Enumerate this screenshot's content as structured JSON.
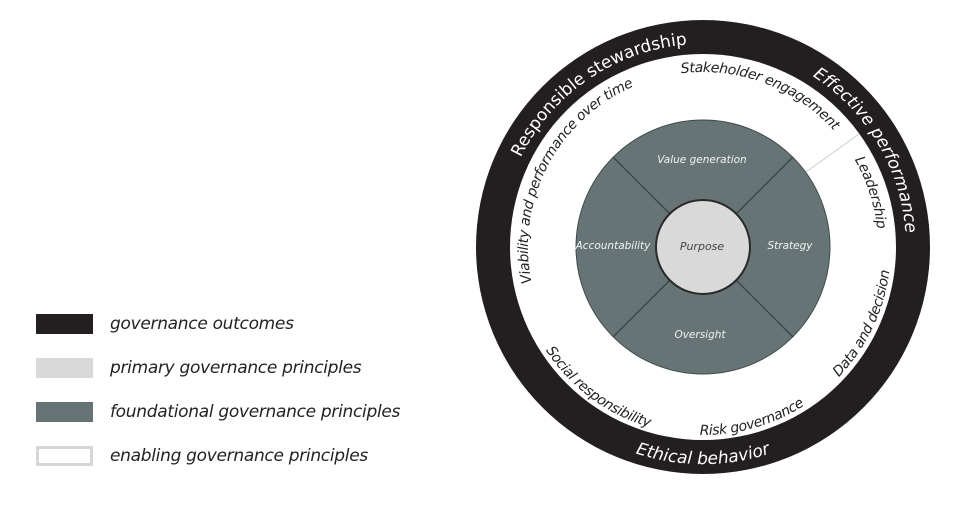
{
  "legend": [
    {
      "label": "governance outcomes",
      "color": "#231f20"
    },
    {
      "label": "primary governance principles",
      "color": "#d9d9d9"
    },
    {
      "label": "foundational governance principles",
      "color": "#667476"
    },
    {
      "label": "enabling governance principles",
      "color": "#ffffff"
    }
  ],
  "outcomes": {
    "responsible_stewardship": "Responsible stewardship",
    "effective_performance": "Effective performance",
    "ethical_behavior": "Ethical behavior"
  },
  "enabling": {
    "stakeholder_engagement": "Stakeholder engagement",
    "leadership": "Leadership",
    "data_and_decision": "Data and decision",
    "risk_governance": "Risk governance",
    "social_responsibility": "Social responsibility",
    "viability": "Viability and performance over time"
  },
  "foundational": {
    "value_generation": "Value generation",
    "strategy": "Strategy",
    "oversight": "Oversight",
    "accountability": "Accountability"
  },
  "primary": {
    "purpose": "Purpose"
  }
}
